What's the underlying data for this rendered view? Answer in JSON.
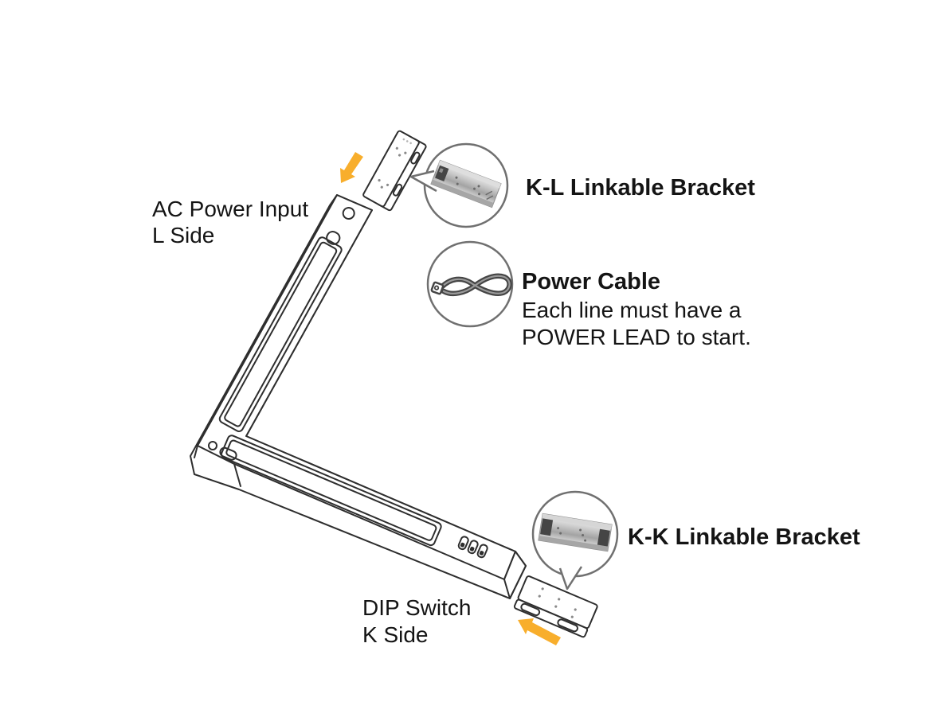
{
  "labels": {
    "ac_power_input_line1": "AC Power Input",
    "ac_power_input_line2": "L Side",
    "kl_bracket": "K-L Linkable Bracket",
    "power_cable_title": "Power Cable",
    "power_cable_line1": "Each line must have a",
    "power_cable_line2": "POWER LEAD to start.",
    "kk_bracket": "K-K Linkable Bracket",
    "dip_switch_line1": "DIP Switch",
    "dip_switch_line2": "K Side"
  },
  "colors": {
    "background": "#ffffff",
    "line_art": "#2e2e2e",
    "callout_ring": "#707070",
    "arrow": "#F8AE2C"
  },
  "icons": {
    "arrow_top": "down-left-arrow",
    "arrow_bottom": "up-left-arrow",
    "kl_callout": "metal-bracket-photo",
    "power_cable_callout": "power-cable-loop",
    "kk_callout": "metal-bracket-photo"
  }
}
